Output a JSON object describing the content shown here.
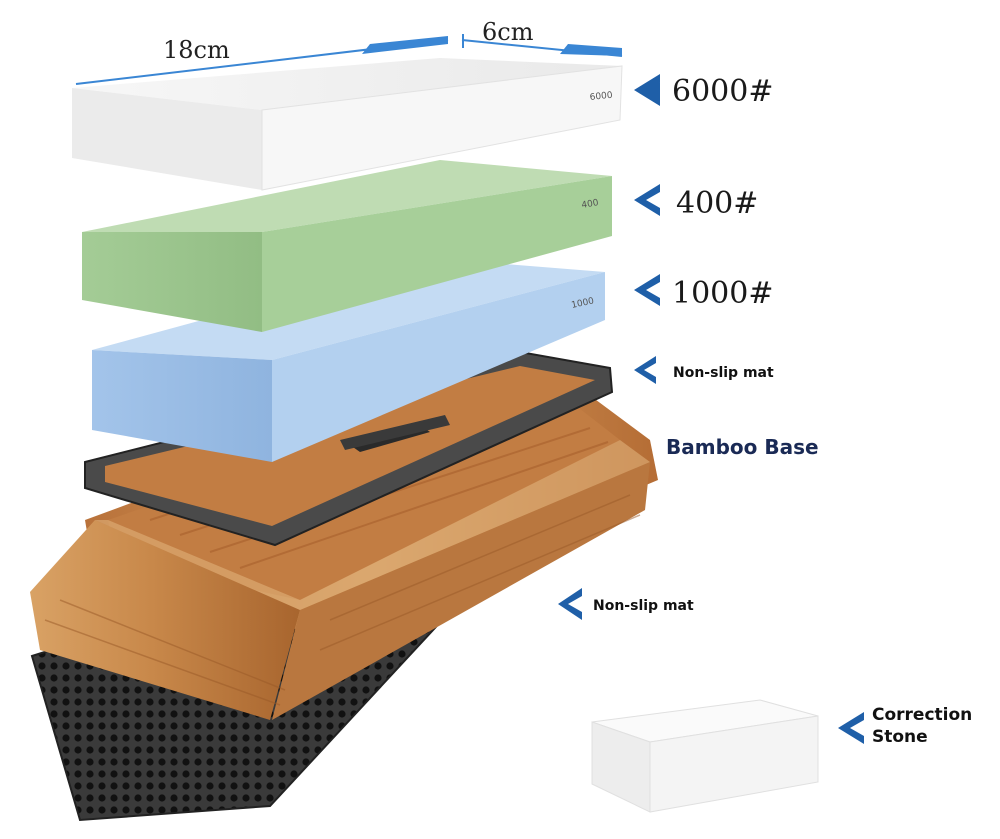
{
  "dimensions": {
    "length": "18cm",
    "width": "6cm"
  },
  "stones": {
    "top": {
      "face_label": "6000",
      "callout": "6000#"
    },
    "middle": {
      "face_label": "400",
      "callout": "400#"
    },
    "bottom": {
      "face_label": "1000",
      "callout": "1000#"
    }
  },
  "parts": {
    "frame_callout": "Non-slip mat",
    "base_callout": "Bamboo Base",
    "mat_callout": "Non-slip mat",
    "correction_line1": "Correction",
    "correction_line2": "Stone"
  },
  "colors": {
    "arrow": "#1f5fa8",
    "dim_line": "#3a86d4",
    "base_text": "#1a2a55",
    "stone_white": "#f4f4f4",
    "stone_green": "#a9cf9a",
    "stone_blue": "#a9c9ec",
    "bamboo": "#c98a4e",
    "frame": "#3a3a3a",
    "mat": "#2a2a2a"
  }
}
